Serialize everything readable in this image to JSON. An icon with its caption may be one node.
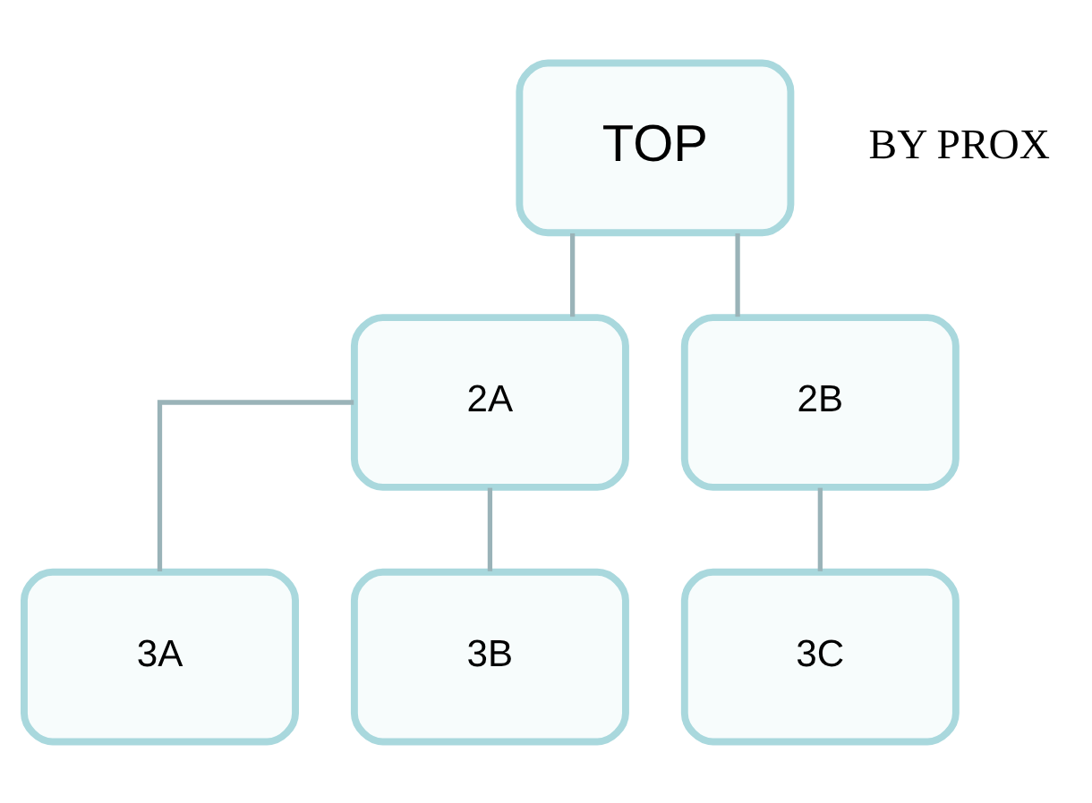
{
  "diagram": {
    "nodes": [
      {
        "text": [
          "TOP"
        ]
      },
      {
        "text": [
          "2A"
        ]
      },
      {
        "text": [
          "2B"
        ]
      },
      {
        "text": [
          "3A"
        ]
      },
      {
        "text": [
          "3B"
        ]
      },
      {
        "text": [
          "3C"
        ]
      }
    ],
    "edges": [
      {
        "from": 0,
        "to": 1,
        "arrow": "none"
      },
      {
        "from": 0,
        "to": 2,
        "arrow": "none"
      },
      {
        "from": 1,
        "to": 3,
        "arrow": "none"
      },
      {
        "from": 1,
        "to": 4,
        "arrow": "none"
      },
      {
        "from": 2,
        "to": 5,
        "arrow": "none"
      }
    ],
    "labels": [
      "BY PROX"
    ]
  }
}
